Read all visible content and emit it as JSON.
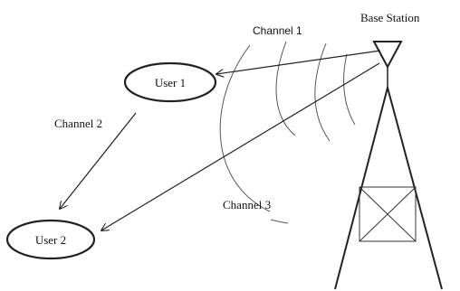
{
  "labels": {
    "base_station": "Base Station",
    "channel_1": "Channel 1",
    "channel_2": "Channel 2",
    "channel_3": "Channel 3",
    "user_1": "User 1",
    "user_2": "User 2"
  },
  "colors": {
    "background": "#ffffff",
    "line": "#222222",
    "wave": "#555555",
    "text": "#111111"
  }
}
